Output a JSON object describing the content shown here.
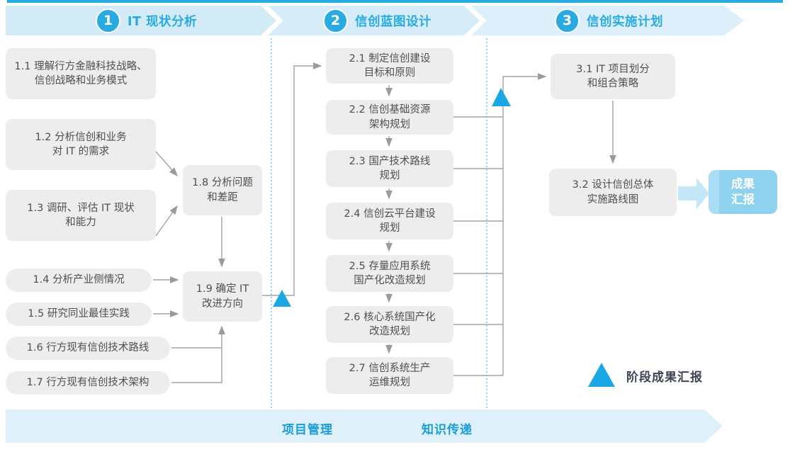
{
  "colors": {
    "accent": "#29abe2",
    "triangle": "#1ba7e3",
    "header_band": "#d7ecf8",
    "footer_band": "#def0fa",
    "box_bg": "#ededee",
    "box_text": "#4f4f4f",
    "connector": "#a3a3a3",
    "result_bg": "#8ed2f0",
    "footer_text": "#1b9cd8",
    "legend_text": "#3e4453"
  },
  "phases": [
    {
      "number": "1",
      "title": "IT 现状分析"
    },
    {
      "number": "2",
      "title": "信创蓝图设计"
    },
    {
      "number": "3",
      "title": "信创实施计划"
    }
  ],
  "boxes": {
    "b11": "1.1 理解行方金融科技战略、\n信创战略和业务模式",
    "b12": "1.2 分析信创和业务\n对 IT 的需求",
    "b13": "1.3 调研、评估 IT 现状\n和能力",
    "b14": "1.4 分析产业侧情况",
    "b15": "1.5 研究同业最佳实践",
    "b16": "1.6 行方现有信创技术路线",
    "b17": "1.7 行方现有信创技术架构",
    "b18": "1.8 分析问题\n和差距",
    "b19": "1.9 确定 IT\n改进方向",
    "b21": "2.1 制定信创建设\n目标和原则",
    "b22": "2.2 信创基础资源\n架构规划",
    "b23": "2.3 国产技术路线\n规划",
    "b24": "2.4 信创云平台建设\n规划",
    "b25": "2.5 存量应用系统\n国产化改造规划",
    "b26": "2.6 核心系统国产化\n改造规划",
    "b27": "2.7 信创系统生产\n运维规划",
    "b31": "3.1 IT 项目划分\n和组合策略",
    "b32": "3.2 设计信创总体\n实施路线图",
    "result": "成果\n汇报"
  },
  "legend": {
    "label": "阶段成果汇报"
  },
  "footer": {
    "left": "项目管理",
    "right": "知识传递"
  }
}
